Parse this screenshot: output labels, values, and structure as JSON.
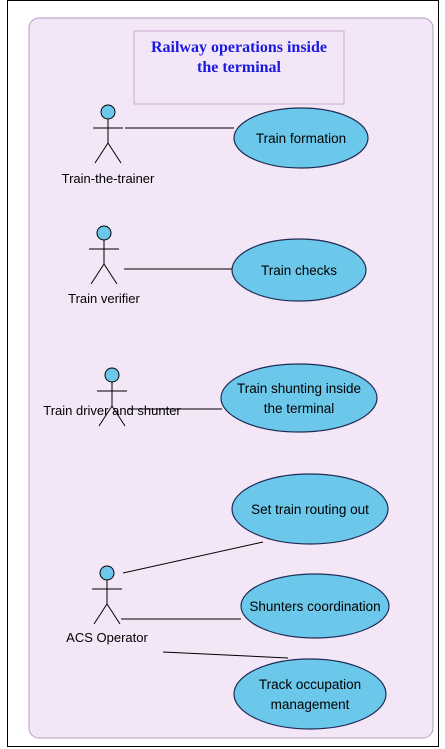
{
  "diagram": {
    "type": "use-case",
    "system_title_lines": [
      "Railway operations inside",
      "the terminal"
    ],
    "actors": [
      {
        "id": "trainer",
        "name": "Train-the-trainer"
      },
      {
        "id": "verifier",
        "name": "Train verifier"
      },
      {
        "id": "driver",
        "name": "Train driver and shunter"
      },
      {
        "id": "acs",
        "name": "ACS Operator"
      }
    ],
    "use_cases": [
      {
        "id": "formation",
        "lines": [
          "Train formation"
        ]
      },
      {
        "id": "checks",
        "lines": [
          "Train checks"
        ]
      },
      {
        "id": "shunting",
        "lines": [
          "Train shunting inside",
          "the terminal"
        ]
      },
      {
        "id": "routing",
        "lines": [
          "Set train routing out"
        ]
      },
      {
        "id": "coordination",
        "lines": [
          "Shunters coordination"
        ]
      },
      {
        "id": "occupation",
        "lines": [
          "Track occupation",
          "management"
        ]
      }
    ],
    "associations": [
      {
        "actor": "trainer",
        "use_case": "formation"
      },
      {
        "actor": "verifier",
        "use_case": "checks"
      },
      {
        "actor": "driver",
        "use_case": "shunting"
      },
      {
        "actor": "acs",
        "use_case": "routing"
      },
      {
        "actor": "acs",
        "use_case": "coordination"
      },
      {
        "actor": "acs",
        "use_case": "occupation"
      }
    ],
    "colors": {
      "boundary_fill": "#f3e6f6",
      "boundary_stroke": "#b79bc2",
      "title_box_stroke": "#c9a9d3",
      "title_text": "#1a1ae0",
      "usecase_fill": "#6cc8eb",
      "usecase_stroke": "#1f2a55",
      "actor_head_fill": "#6cc8eb",
      "line": "#000000"
    }
  }
}
